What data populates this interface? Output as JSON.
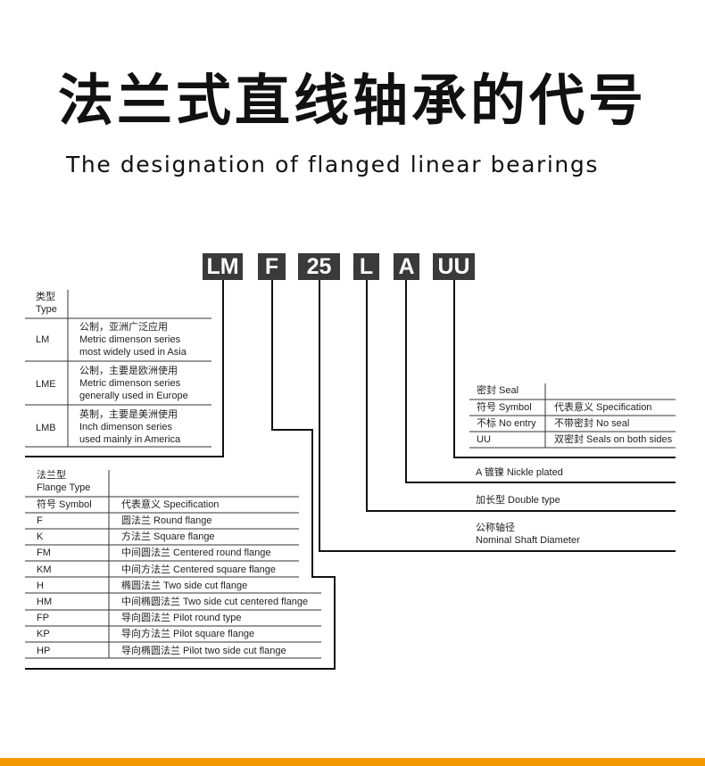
{
  "title": "法兰式直线轴承的代号",
  "subtitle": "The designation of flanged linear bearings",
  "codes": [
    "LM",
    "F",
    "25",
    "L",
    "A",
    "UU"
  ],
  "type_table": {
    "header": [
      "类型",
      "Type"
    ],
    "rows": [
      {
        "code": "LM",
        "lines": [
          "公制，亚洲广泛应用",
          "Metric dimenson series",
          "most widely used in Asia"
        ]
      },
      {
        "code": "LME",
        "lines": [
          "公制，主要是欧洲使用",
          "Metric dimenson series",
          "generally used in Europe"
        ]
      },
      {
        "code": "LMB",
        "lines": [
          "英制，主要是美洲使用",
          "Inch dimenson series",
          "used mainly in America"
        ]
      }
    ]
  },
  "flange_table": {
    "header": [
      "法兰型",
      "Flange Type"
    ],
    "col_symbol": "符号 Symbol",
    "col_spec": "代表意义 Specification",
    "rows": [
      {
        "symbol": "F",
        "spec": "圆法兰 Round flange"
      },
      {
        "symbol": "K",
        "spec": "方法兰 Square flange"
      },
      {
        "symbol": "FM",
        "spec": "中间圆法兰 Centered round flange"
      },
      {
        "symbol": "KM",
        "spec": "中间方法兰 Centered square flange"
      },
      {
        "symbol": "H",
        "spec": "椭圆法兰 Two side cut flange"
      },
      {
        "symbol": "HM",
        "spec": "中间椭圆法兰 Two side cut centered flange"
      },
      {
        "symbol": "FP",
        "spec": "导向圆法兰 Pilot round type"
      },
      {
        "symbol": "KP",
        "spec": "导向方法兰 Pilot square flange"
      },
      {
        "symbol": "HP",
        "spec": "导向椭圆法兰 Pilot two side cut flange"
      }
    ]
  },
  "seal_table": {
    "header": "密封 Seal",
    "col_symbol": "符号 Symbol",
    "col_spec": "代表意义 Specification",
    "rows": [
      {
        "symbol": "不标 No entry",
        "spec": "不带密封 No seal"
      },
      {
        "symbol": "UU",
        "spec": "双密封 Seals on both sides"
      }
    ]
  },
  "labels": {
    "nickel": "A  镀镍  Nickle plated",
    "double": "加长型 Double type",
    "shaft_cn": "公称轴径",
    "shaft_en": "Nominal Shaft Diameter"
  },
  "colors": {
    "code_bg": "#3a3a3a",
    "accent_bar": "#f39800"
  }
}
